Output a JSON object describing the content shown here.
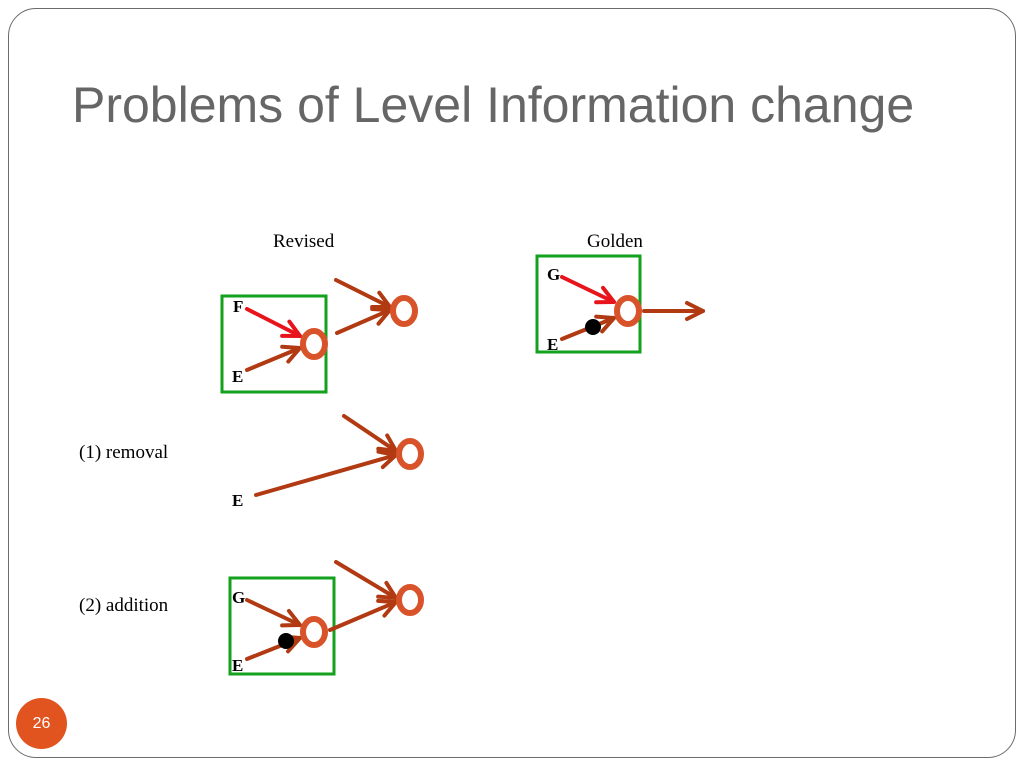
{
  "slide": {
    "title": "Problems of Level Information change",
    "page_number": "26"
  },
  "labels": {
    "revised": "Revised",
    "golden": "Golden",
    "removal": "(1) removal",
    "addition": "(2) addition"
  },
  "nodes": {
    "revised_f": "F",
    "revised_e": "E",
    "golden_g": "G",
    "golden_e": "E",
    "removal_e": "E",
    "addition_g": "G",
    "addition_e": "E"
  },
  "colors": {
    "frame": "#6b6b6b",
    "title": "#666666",
    "edge": "#b13a12",
    "highlight_edge": "#e8141c",
    "node": "#d9532a",
    "group_box": "#13a11e",
    "dot": "#000000",
    "page_badge": "#e2541f"
  }
}
